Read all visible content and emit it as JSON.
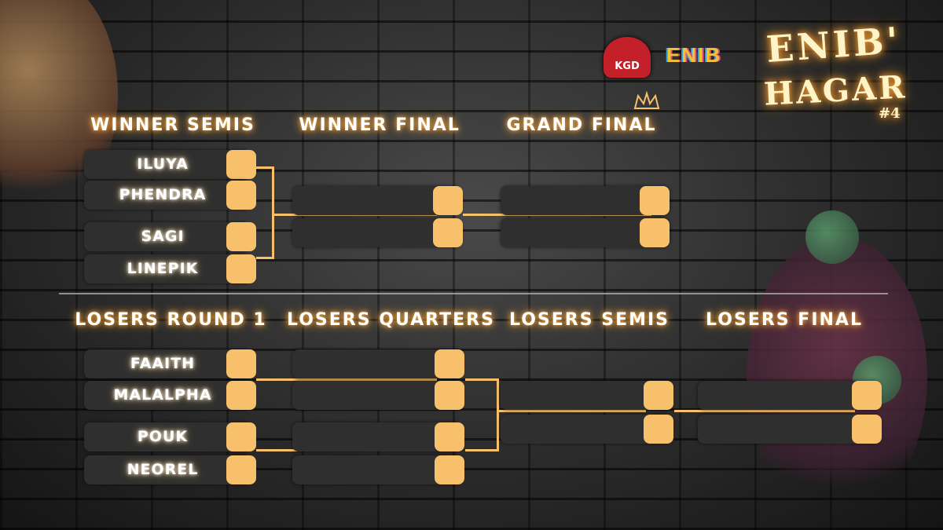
{
  "brand": {
    "title_line1": "ENIB'",
    "title_line2": "HAGAR",
    "edition": "#4",
    "sponsor1": "KGD",
    "sponsor2": "ENIB"
  },
  "winners": {
    "headings": [
      "WINNER SEMIS",
      "WINNER FINAL",
      "GRAND FINAL"
    ],
    "players": [
      "ILUYA",
      "PHENDRA",
      "SAGI",
      "LINEPIK"
    ]
  },
  "losers": {
    "headings": [
      "LOSERS ROUND 1",
      "LOSERS QUARTERS",
      "LOSERS SEMIS",
      "LOSERS FINAL"
    ],
    "players": [
      "FAAITH",
      "MALALPHA",
      "POUK",
      "NEOREL"
    ]
  },
  "colors": {
    "accent": "#f8c06b",
    "slot": "#2f2f2f",
    "glow": "#f3a33a"
  },
  "icons": [
    "crown-icon",
    "kgd-logo-icon",
    "enib-logo-icon"
  ]
}
